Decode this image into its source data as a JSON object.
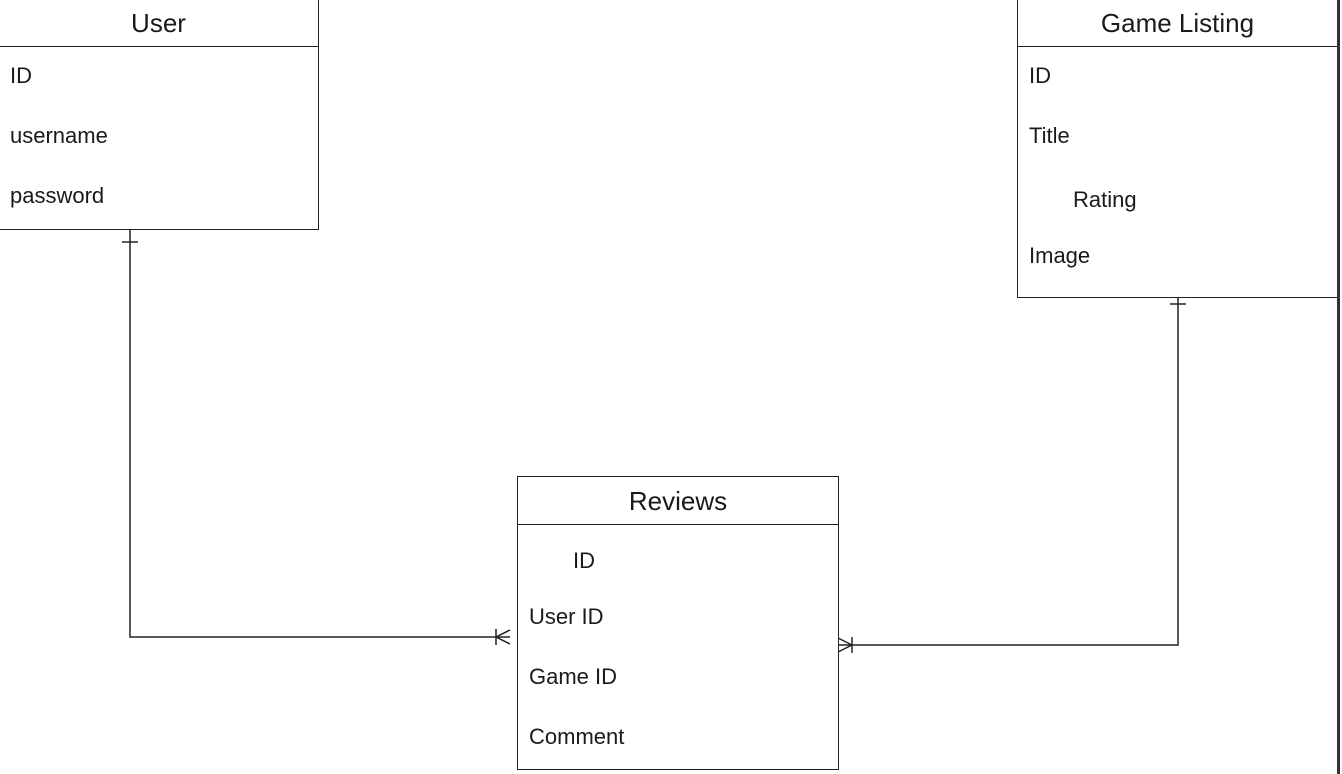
{
  "entities": {
    "user": {
      "title": "User",
      "fields": [
        "ID",
        "username",
        "password"
      ]
    },
    "game_listing": {
      "title": "Game Listing",
      "fields": [
        "ID",
        "Title",
        "Rating",
        "Image"
      ]
    },
    "reviews": {
      "title": "Reviews",
      "fields": [
        "ID",
        "User ID",
        "Game ID",
        "Comment"
      ]
    }
  },
  "relationships": [
    {
      "from": "User",
      "to": "Reviews",
      "from_cardinality": "one",
      "to_cardinality": "one-or-many"
    },
    {
      "from": "Game Listing",
      "to": "Reviews",
      "from_cardinality": "one",
      "to_cardinality": "one-or-many"
    }
  ]
}
